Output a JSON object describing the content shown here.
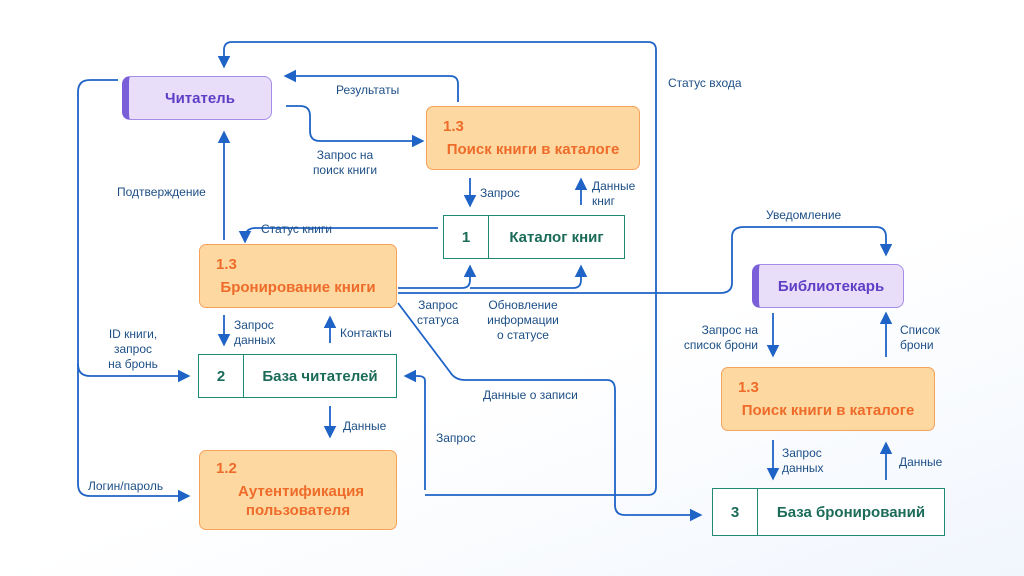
{
  "entities": {
    "reader": "Читатель",
    "librarian": "Библиотекарь"
  },
  "processes": {
    "search_top": {
      "id": "1.3",
      "name": "Поиск книги в каталоге"
    },
    "booking": {
      "id": "1.3",
      "name": "Бронирование книги"
    },
    "auth": {
      "id": "1.2",
      "name": "Аутентификация пользователя"
    },
    "search_right": {
      "id": "1.3",
      "name": "Поиск книги в каталоге"
    }
  },
  "stores": {
    "catalog": {
      "id": "1",
      "name": "Каталог книг"
    },
    "readers_db": {
      "id": "2",
      "name": "База читателей"
    },
    "bookings_db": {
      "id": "3",
      "name": "База бронирований"
    }
  },
  "flows": {
    "results": "Результаты",
    "search_request_1": "Запрос на",
    "search_request_2": "поиск книги",
    "login_status": "Статус входа",
    "confirmation": "Подтверждение",
    "request": "Запрос",
    "book_data_1": "Данные",
    "book_data_2": "книг",
    "book_status": "Статус книги",
    "notification": "Уведомление",
    "status_request_1": "Запрос",
    "status_request_2": "статуса",
    "status_update_1": "Обновление",
    "status_update_2": "информации",
    "status_update_3": "о статусе",
    "data_request_1": "Запрос",
    "data_request_2": "данных",
    "contacts": "Контакты",
    "id_request_1": "ID книги,",
    "id_request_2": "запрос",
    "id_request_3": "на бронь",
    "record_data": "Данные о записи",
    "data": "Данные",
    "request_left": "Запрос",
    "login_password": "Логин/пароль",
    "booking_list_request_1": "Запрос на",
    "booking_list_request_2": "список брони",
    "booking_list_1": "Список",
    "booking_list_2": "брони",
    "data_request_r1": "Запрос",
    "data_request_r2": "данных",
    "data_right": "Данные"
  }
}
